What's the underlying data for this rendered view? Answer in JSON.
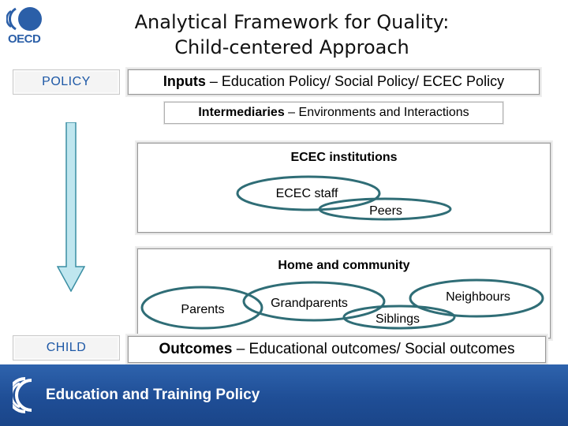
{
  "header": {
    "logo_text": "OECD",
    "title_line1": "Analytical Framework for Quality:",
    "title_line2": "Child-centered Approach"
  },
  "side_labels": {
    "policy": "POLICY",
    "child": "CHILD"
  },
  "inputs": {
    "bold": "Inputs",
    "rest": " – Education Policy/ Social Policy/ ECEC Policy"
  },
  "intermediaries": {
    "bold": "Intermediaries",
    "rest": " – Environments and Interactions"
  },
  "ecec": {
    "title": "ECEC institutions",
    "ovals": [
      "ECEC staff",
      "Peers"
    ]
  },
  "home": {
    "title": "Home  and community",
    "ovals": [
      "Parents",
      "Grandparents",
      "Siblings",
      "Neighbours"
    ]
  },
  "outcomes": {
    "bold": "Outcomes",
    "rest": " – Educational outcomes/ Social outcomes"
  },
  "footer": {
    "text": "Education and Training Policy"
  },
  "colors": {
    "brand_blue": "#1d58a6",
    "arrow_fill": "#bfe6ef",
    "oval_stroke": "#2f6d76",
    "footer_bg": "#1f4e96"
  }
}
